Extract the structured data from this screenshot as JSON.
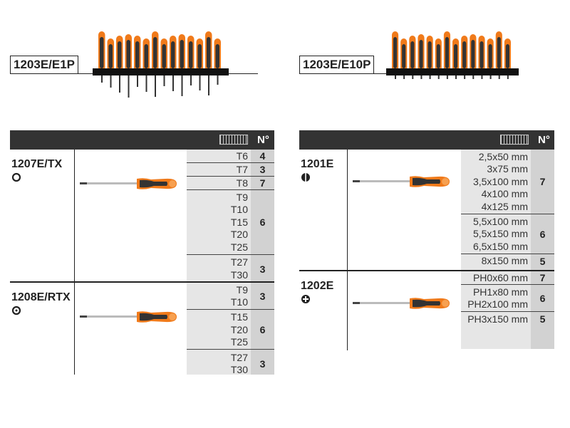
{
  "sets": [
    {
      "label": "1203E/E1P"
    },
    {
      "label": "1203E/E10P"
    }
  ],
  "header": {
    "count_label": "N°"
  },
  "left": [
    {
      "code": "1207E/TX",
      "icon": "torx-icon",
      "rows": [
        {
          "sizes": [
            "T6"
          ],
          "count": "4"
        },
        {
          "sizes": [
            "T7"
          ],
          "count": "3"
        },
        {
          "sizes": [
            "T8"
          ],
          "count": "7"
        },
        {
          "sizes": [
            "T9",
            "T10",
            "T15",
            "T20",
            "T25"
          ],
          "count": "6"
        },
        {
          "sizes": [
            "T27",
            "T30"
          ],
          "count": "3"
        }
      ]
    },
    {
      "code": "1208E/RTX",
      "icon": "tamper-torx-icon",
      "rows": [
        {
          "sizes": [
            "T9",
            "T10"
          ],
          "count": "3"
        },
        {
          "sizes": [
            "T15",
            "T20",
            "T25"
          ],
          "count": "6"
        },
        {
          "sizes": [
            "T27",
            "T30"
          ],
          "count": "3"
        }
      ]
    }
  ],
  "right": [
    {
      "code": "1201E",
      "icon": "slotted-icon",
      "rows": [
        {
          "sizes": [
            "2,5x50 mm",
            "3x75 mm",
            "3,5x100 mm",
            "4x100 mm",
            "4x125 mm"
          ],
          "count": "7"
        },
        {
          "sizes": [
            "5,5x100 mm",
            "5,5x150 mm",
            "6,5x150 mm"
          ],
          "count": "6"
        },
        {
          "sizes": [
            "8x150 mm"
          ],
          "count": "5"
        }
      ]
    },
    {
      "code": "1202E",
      "icon": "phillips-icon",
      "rows": [
        {
          "sizes": [
            "PH0x60 mm"
          ],
          "count": "7"
        },
        {
          "sizes": [
            "PH1x80 mm",
            "PH2x100 mm"
          ],
          "count": "6"
        },
        {
          "sizes": [
            "PH3x150 mm"
          ],
          "count": "5"
        }
      ]
    }
  ],
  "colors": {
    "orange": "#f07a1a",
    "dark": "#333333"
  }
}
